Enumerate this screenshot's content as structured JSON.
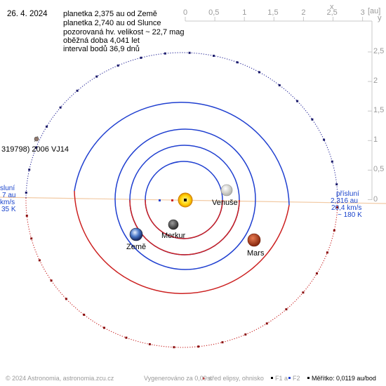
{
  "date": "26. 4. 2024",
  "info": {
    "line1": "planetka 2,375 au od Země",
    "line2": "planetka 2,740 au od Slunce",
    "line3": "pozorovaná hv. velikost ~ 22,7 mag",
    "line4": "oběžná doba 4,041 let",
    "line5": "interval bodů 36,9 dnů"
  },
  "object_name": "319798) 2006 VJ14",
  "aphelion": {
    "line1": "sluní",
    "line2": "7 au",
    "line3": "km/s",
    "line4": "35 K"
  },
  "perihelion": {
    "line1": "přísluní",
    "line2": "2,316 au",
    "line3": "20,4 km/s",
    "line4": "~ 180 K"
  },
  "planets": {
    "venus": "Venuše",
    "mercury": "Merkur",
    "earth": "Země",
    "mars": "Mars"
  },
  "scale": {
    "unit": "[au]",
    "x_labels": [
      "0",
      "0,5",
      "1",
      "1,5",
      "2",
      "2,5",
      "3"
    ],
    "x_axis_name": "x",
    "y_axis_name": "y",
    "y_labels": [
      "2,5",
      "2",
      "1,5",
      "1",
      "0,5",
      "0"
    ]
  },
  "footer": {
    "copyright": "© 2024 Astronomia, astronomia.zcu.cz",
    "generated": "Vygenerováno za 0,09 s",
    "center": "střed elipsy, ohnisko",
    "f1": "F1 a",
    "f2": "F2",
    "scale": "Měřítko: 0,0119 au/bod"
  },
  "colors": {
    "orbit": "#1f3fd0",
    "asteroid_orbit_above": "#1a1a8a",
    "asteroid_orbit_below": "#cc2222",
    "sun": "#ffd400",
    "mars": "#c0392b",
    "line_of_apsides": "#f0c8a0"
  }
}
